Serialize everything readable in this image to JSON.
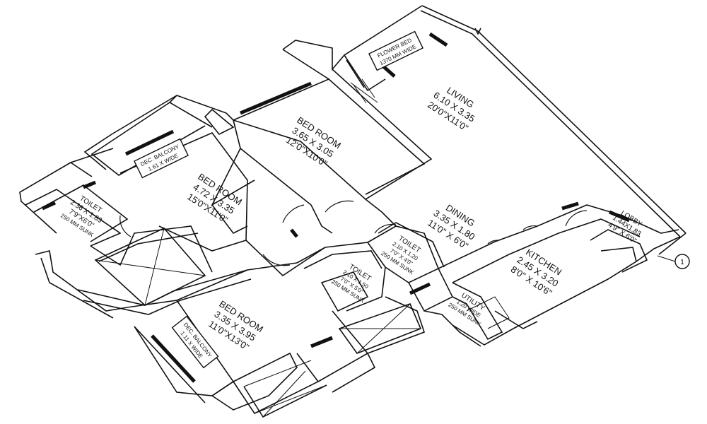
{
  "rooms": {
    "living": {
      "name": "LIVING",
      "metric": "6.10 X 3.35",
      "imperial": "20'0\"X11'0\""
    },
    "bed_top": {
      "name": "BED ROOM",
      "metric": "3.65 X 3.05",
      "imperial": "12'0\"X10'0\""
    },
    "bed_left": {
      "name": "BED ROOM",
      "metric": "4.72 X 3.35",
      "imperial": "15'0\"X11'0\""
    },
    "bed_bottom": {
      "name": "BED ROOM",
      "metric": "3.35 X 3.95",
      "imperial": "11'0\"X13'0\""
    },
    "toilet_left": {
      "name": "TOILET",
      "metric": "2.36 X 1.83",
      "imperial": "7'9\"X6'0\"",
      "note": "250 MM SUNK"
    },
    "dining": {
      "name": "DINING",
      "metric": "3.35 X 1.80",
      "imperial": "11'0\" X 6'0\""
    },
    "toilet_mid": {
      "name": "TOILET",
      "metric": "2.10 X 1.20",
      "imperial": "7'0\" X 4'0\"",
      "note": "250 MM SUNK"
    },
    "toilet_low": {
      "name": "TOILET",
      "metric": "2.10 X 1.50",
      "imperial": "7'0\" X 5'0\"",
      "note": "250 MM SUNK"
    },
    "kitchen": {
      "name": "KITCHEN",
      "metric": "2.45 X 3.20",
      "imperial": "8'0\" X 10'6\""
    },
    "lobby": {
      "name": "LOBBY",
      "metric": "1.44X1.83",
      "imperial": "4'9\" X 6'0\""
    },
    "utility": {
      "name": "UTILITY",
      "metric": "1.20 WIDE",
      "note": "250 MM SUNK"
    }
  },
  "tags": {
    "flower_bed": {
      "line1": "FLOWER BED",
      "line2": "1370 MM WIDE"
    },
    "balcony_upper": {
      "line1": "DEC. BALCONY",
      "line2": "1.61 X WIDE"
    },
    "balcony_lower": {
      "line1": "DEC. BALCONY",
      "line2": "1.11 X WIDE"
    }
  },
  "entry_marker": "1"
}
